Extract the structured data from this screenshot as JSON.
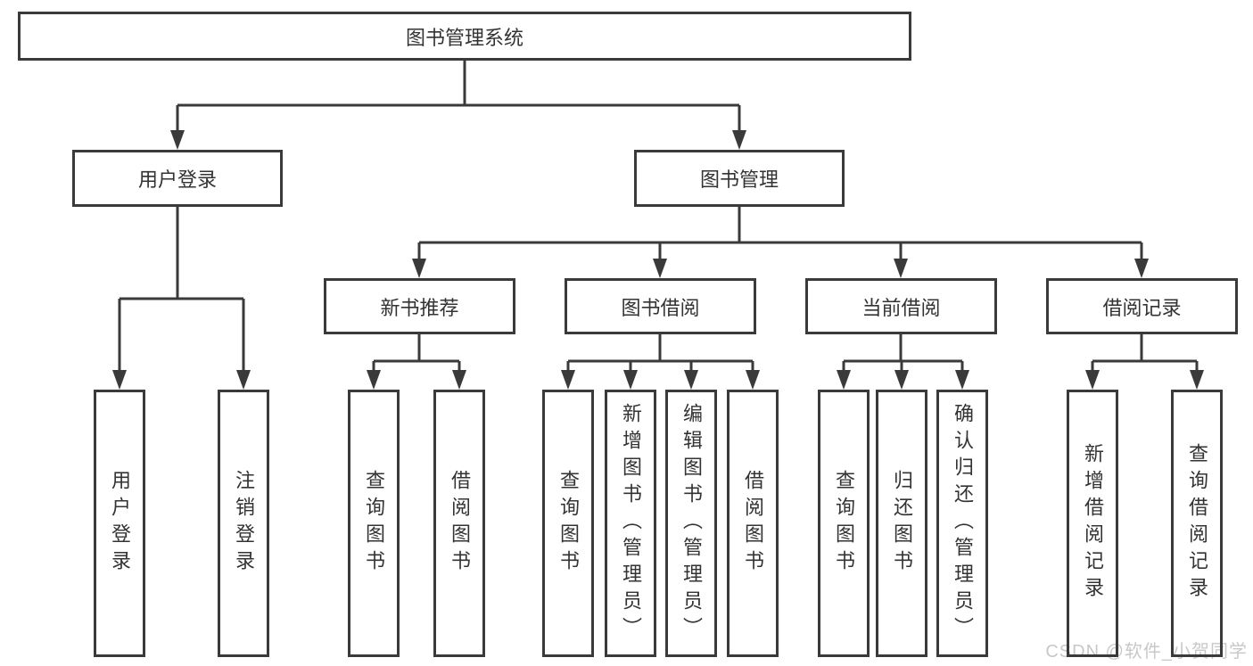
{
  "colors": {
    "line": "#3a3a3a",
    "text": "#333333",
    "watermark": "#c8c8c8",
    "background": "#ffffff"
  },
  "tree": {
    "root": {
      "label": "图书管理系统"
    },
    "branches": [
      {
        "label": "用户登录",
        "children": [
          {
            "label": "用户登录"
          },
          {
            "label": "注销登录"
          }
        ]
      },
      {
        "label": "图书管理",
        "children": [
          {
            "label": "新书推荐",
            "children": [
              {
                "label": "查询图书"
              },
              {
                "label": "借阅图书"
              }
            ]
          },
          {
            "label": "图书借阅",
            "children": [
              {
                "label": "查询图书"
              },
              {
                "label": "新增图书（管理员）"
              },
              {
                "label": "编辑图书（管理员）"
              },
              {
                "label": "借阅图书"
              }
            ]
          },
          {
            "label": "当前借阅",
            "children": [
              {
                "label": "查询图书"
              },
              {
                "label": "归还图书"
              },
              {
                "label": "确认归还（管理员）"
              }
            ]
          },
          {
            "label": "借阅记录",
            "children": [
              {
                "label": "新增借阅记录"
              },
              {
                "label": "查询借阅记录"
              }
            ]
          }
        ]
      }
    ]
  },
  "watermark": {
    "text": "CSDN @软件_小贺同学"
  }
}
